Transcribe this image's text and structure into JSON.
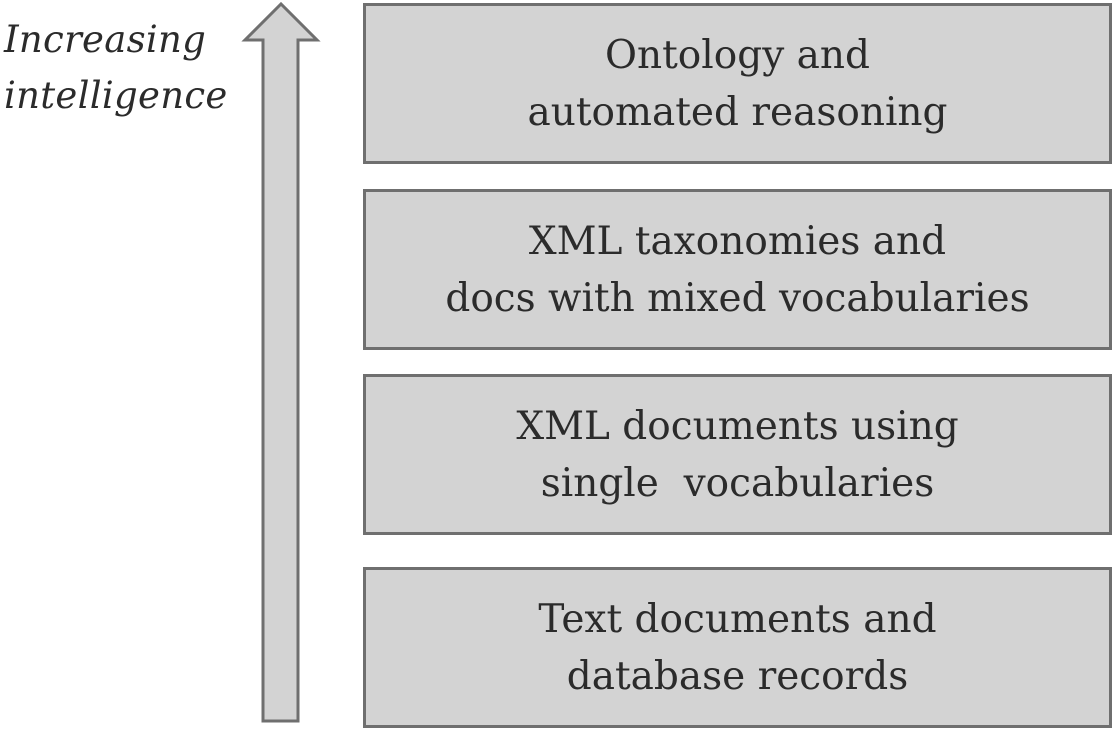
{
  "arrow_label": {
    "line1": "Increasing",
    "line2": "intelligence"
  },
  "layers": [
    {
      "line1": "Ontology and",
      "line2": "automated reasoning"
    },
    {
      "line1": "XML taxonomies and",
      "line2": "docs with mixed vocabularies"
    },
    {
      "line1": "XML documents using",
      "line2": "single  vocabularies"
    },
    {
      "line1": "Text documents and",
      "line2": "database records"
    }
  ],
  "colors": {
    "box_fill": "#d3d3d3",
    "box_border": "#6f6f6f",
    "arrow_fill": "#d3d3d3",
    "arrow_stroke": "#6f6f6f",
    "text": "#2b2b2b"
  },
  "arrow_direction": "up"
}
